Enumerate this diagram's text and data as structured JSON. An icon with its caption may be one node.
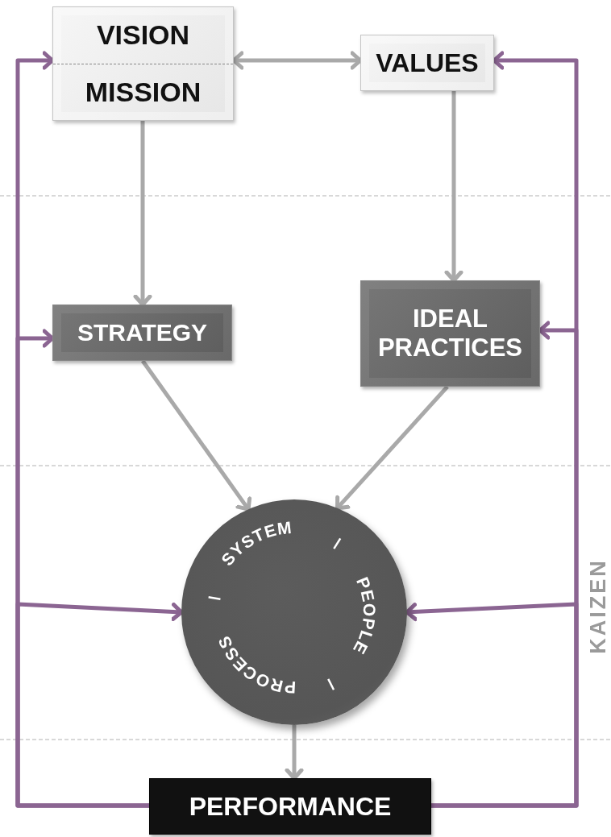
{
  "diagram": {
    "nodes": [
      {
        "text": [
          "VISION",
          "MISSION"
        ]
      },
      {
        "text": [
          "VALUES"
        ]
      },
      {
        "text": [
          "STRATEGY"
        ]
      },
      {
        "text": [
          "IDEAL PRACTICES"
        ]
      },
      {
        "text": [
          "SYSTEM",
          "PEOPLE",
          "PROCESS"
        ]
      },
      {
        "text": [
          "PERFORMANCE"
        ]
      }
    ],
    "edges": [
      {
        "from": 0,
        "to": 1,
        "arrow": "both"
      },
      {
        "from": 0,
        "to": 2,
        "arrow": "to"
      },
      {
        "from": 1,
        "to": 3,
        "arrow": "to"
      },
      {
        "from": 2,
        "to": 4,
        "arrow": "to"
      },
      {
        "from": 3,
        "to": 4,
        "arrow": "to"
      },
      {
        "from": 4,
        "to": 5,
        "arrow": "to"
      },
      {
        "from": 5,
        "to": 0,
        "arrow": "to",
        "color": "#8b6592"
      },
      {
        "from": 5,
        "to": 2,
        "arrow": "to",
        "color": "#8b6592"
      },
      {
        "from": 5,
        "to": 4,
        "arrow": "to",
        "color": "#8b6592"
      },
      {
        "from": 5,
        "to": 1,
        "arrow": "to",
        "color": "#8b6592"
      },
      {
        "from": 5,
        "to": 3,
        "arrow": "to",
        "color": "#8b6592"
      },
      {
        "from": 5,
        "to": 4,
        "arrow": "to",
        "color": "#8b6592"
      }
    ],
    "labels": [
      "KAIZEN"
    ]
  }
}
